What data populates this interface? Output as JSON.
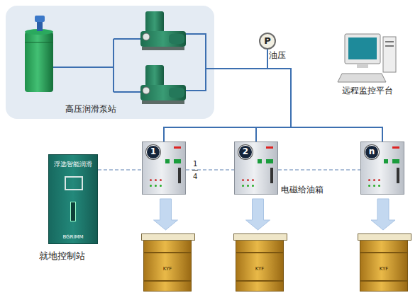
{
  "diagram": {
    "nodes": [
      {
        "text": [
          "高压润滑泵站"
        ]
      },
      {
        "text": [
          "P",
          "油压"
        ]
      },
      {
        "text": [
          "浮选智能润滑",
          "BGRIMM",
          "就地控制站"
        ]
      },
      {
        "text": [
          "1"
        ]
      },
      {
        "text": [
          "2"
        ]
      },
      {
        "text": [
          "n"
        ]
      },
      {
        "text": [
          "KYF"
        ]
      },
      {
        "text": [
          "KYF"
        ]
      },
      {
        "text": [
          "KYF"
        ]
      }
    ],
    "edges": [
      {
        "from": 0,
        "to": 1,
        "arrow": "none"
      },
      {
        "from": 0,
        "to": 3,
        "arrow": "none"
      },
      {
        "from": 0,
        "to": 4,
        "arrow": "none"
      },
      {
        "from": 0,
        "to": 5,
        "arrow": "none"
      },
      {
        "from": 2,
        "to": 3,
        "arrow": "none"
      },
      {
        "from": 3,
        "to": 4,
        "arrow": "none"
      },
      {
        "from": 4,
        "to": 5,
        "arrow": "none"
      },
      {
        "from": 3,
        "to": 6,
        "arrow": "to"
      },
      {
        "from": 4,
        "to": 7,
        "arrow": "to"
      },
      {
        "from": 5,
        "to": 8,
        "arrow": "to"
      }
    ],
    "labels": [
      "远程监控平台",
      "1",
      "4",
      "电磁给油箱"
    ]
  }
}
